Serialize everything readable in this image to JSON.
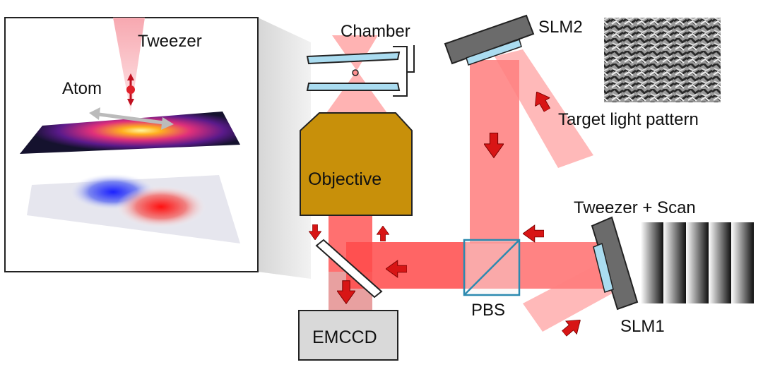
{
  "labels": {
    "tweezer": "Tweezer",
    "atom": "Atom",
    "chamber": "Chamber",
    "slm2": "SLM2",
    "target_light_pattern": "Target light pattern",
    "objective": "Objective",
    "tweezer_scan": "Tweezer + Scan",
    "pbs": "PBS",
    "slm1": "SLM1",
    "emccd": "EMCCD"
  },
  "colors": {
    "beam": "#ff6b6b",
    "beam_dark": "#f24040",
    "arrow_fill": "#d81515",
    "arrow_stroke": "#7a0000",
    "objective": "#c8900a",
    "slm_body": "#6b6b6b",
    "slm_face": "#aadcf0",
    "emccd": "#d9d9d9",
    "pbs": "#2c8ab0"
  },
  "icons": {
    "beam_direction": "red-arrow-icon"
  }
}
